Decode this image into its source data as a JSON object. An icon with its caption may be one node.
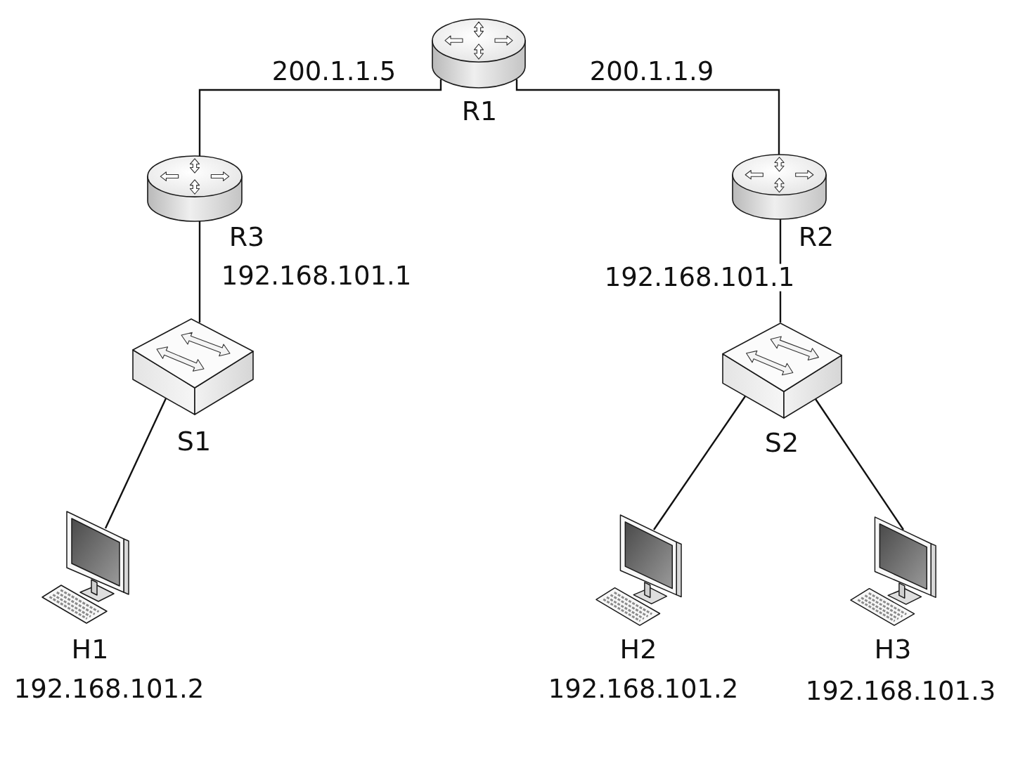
{
  "diagram": {
    "nodes": [
      {
        "text": [
          "R1"
        ]
      },
      {
        "text": [
          "R3"
        ]
      },
      {
        "text": [
          "R2"
        ]
      },
      {
        "text": [
          "S1"
        ]
      },
      {
        "text": [
          "S2"
        ]
      },
      {
        "text": [
          "H1"
        ],
        "beside": [
          "192.168.101.2"
        ]
      },
      {
        "text": [
          "H2"
        ],
        "beside": [
          "192.168.101.2"
        ]
      },
      {
        "text": [
          "H3"
        ],
        "beside": [
          "192.168.101.3"
        ]
      }
    ],
    "edges": [
      {
        "from": 0,
        "to": 1,
        "arrow": "none",
        "label": "200.1.1.5"
      },
      {
        "from": 0,
        "to": 2,
        "arrow": "none",
        "label": "200.1.1.9"
      },
      {
        "from": 1,
        "to": 3,
        "arrow": "none",
        "label": "192.168.101.1"
      },
      {
        "from": 2,
        "to": 4,
        "arrow": "none",
        "label": "192.168.101.1"
      },
      {
        "from": 3,
        "to": 5,
        "arrow": "none"
      },
      {
        "from": 4,
        "to": 6,
        "arrow": "none"
      },
      {
        "from": 4,
        "to": 7,
        "arrow": "none"
      }
    ]
  }
}
